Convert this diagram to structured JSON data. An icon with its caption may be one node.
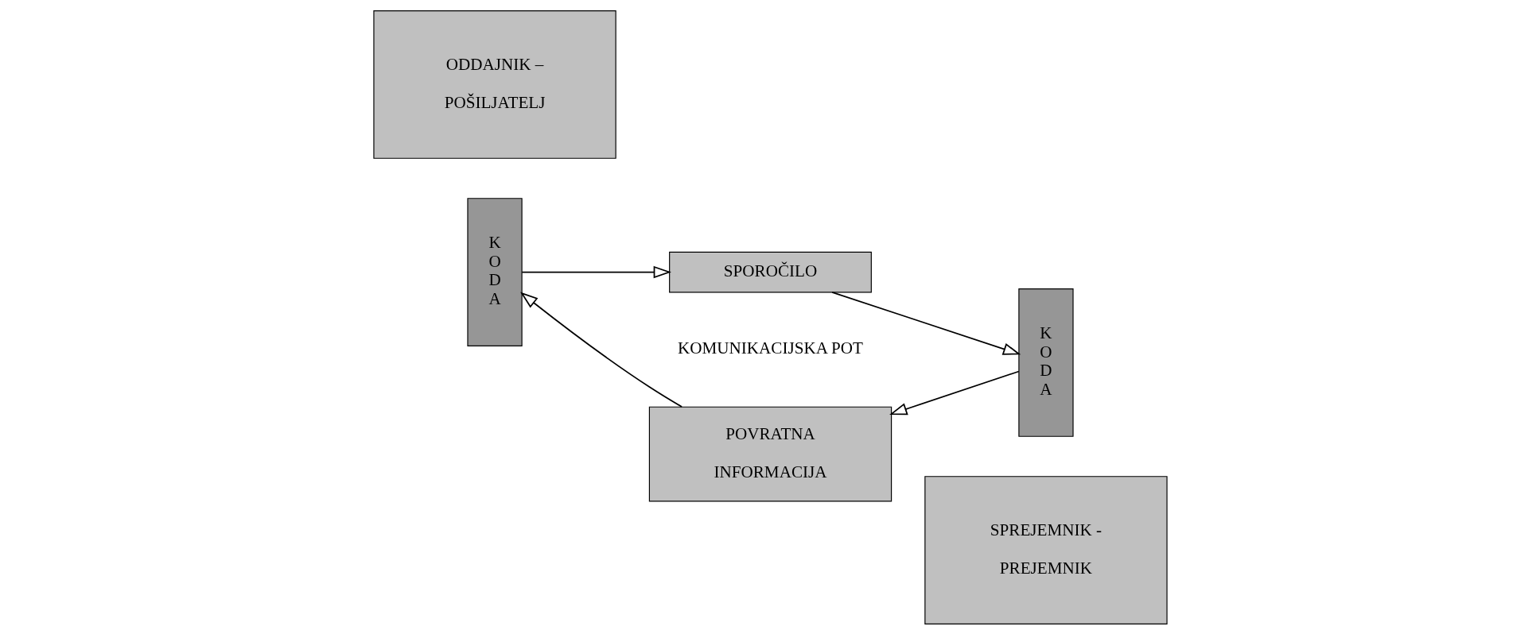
{
  "diagram": {
    "nodes": [
      {
        "text": [
          "ODDAJNIK – POŠILJATELJ"
        ]
      },
      {
        "text": [
          "K O D A"
        ]
      },
      {
        "text": [
          "SPOROČILO"
        ]
      },
      {
        "text": [
          "K O D A"
        ]
      },
      {
        "text": [
          "SPREJEMNIK - PREJEMNIK"
        ]
      },
      {
        "text": [
          "POVRATNA INFORMACIJA"
        ]
      }
    ],
    "edges": [
      {
        "from": 1,
        "to": 2,
        "arrow": "to"
      },
      {
        "from": 2,
        "to": 3,
        "arrow": "to"
      },
      {
        "from": 3,
        "to": 5,
        "arrow": "to"
      },
      {
        "from": 5,
        "to": 1,
        "arrow": "to"
      }
    ],
    "labels": [
      "KOMUNIKACIJSKA POT"
    ]
  }
}
